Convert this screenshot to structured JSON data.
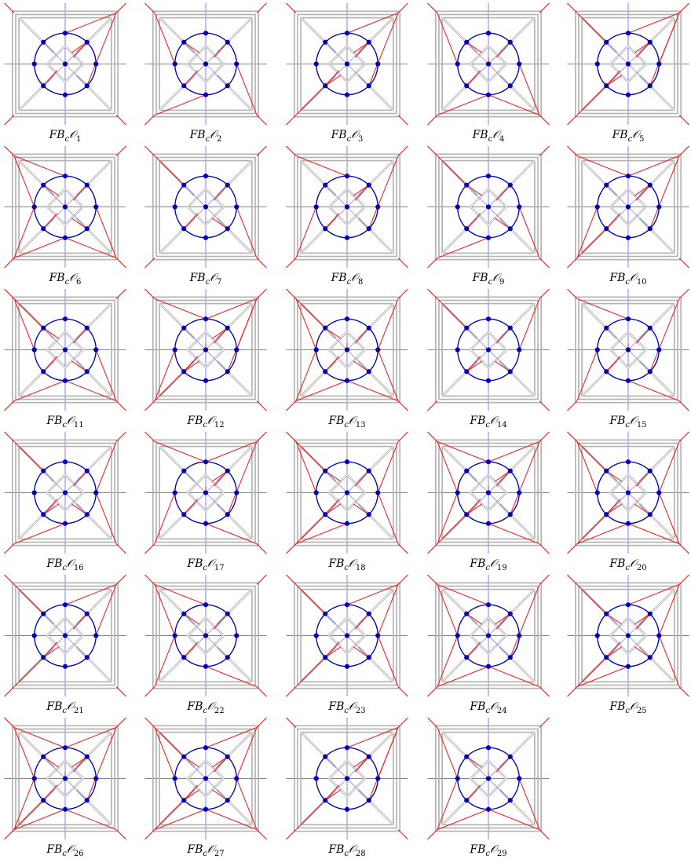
{
  "figures": [
    {
      "prefix": "FB",
      "sub_c": "c",
      "O": "𝒪",
      "index": "1",
      "variant": 1
    },
    {
      "prefix": "FB",
      "sub_c": "c",
      "O": "𝒪",
      "index": "2",
      "variant": 2
    },
    {
      "prefix": "FB",
      "sub_c": "c",
      "O": "𝒪",
      "index": "3",
      "variant": 3
    },
    {
      "prefix": "FB",
      "sub_c": "c",
      "O": "𝒪",
      "index": "4",
      "variant": 4
    },
    {
      "prefix": "FB",
      "sub_c": "c",
      "O": "𝒪",
      "index": "5",
      "variant": 5
    },
    {
      "prefix": "FB",
      "sub_c": "c",
      "O": "𝒪",
      "index": "6",
      "variant": 6
    },
    {
      "prefix": "FB",
      "sub_c": "c",
      "O": "𝒪",
      "index": "7",
      "variant": 7
    },
    {
      "prefix": "FB",
      "sub_c": "c",
      "O": "𝒪",
      "index": "8",
      "variant": 8
    },
    {
      "prefix": "FB",
      "sub_c": "c",
      "O": "𝒪",
      "index": "9",
      "variant": 9
    },
    {
      "prefix": "FB",
      "sub_c": "c",
      "O": "𝒪",
      "index": "10",
      "variant": 10
    },
    {
      "prefix": "FB",
      "sub_c": "c",
      "O": "𝒪",
      "index": "11",
      "variant": 11
    },
    {
      "prefix": "FB",
      "sub_c": "c",
      "O": "𝒪",
      "index": "12",
      "variant": 12
    },
    {
      "prefix": "FB",
      "sub_c": "c",
      "O": "𝒪",
      "index": "13",
      "variant": 13
    },
    {
      "prefix": "FB",
      "sub_c": "c",
      "O": "𝒪",
      "index": "14",
      "variant": 14
    },
    {
      "prefix": "FB",
      "sub_c": "c",
      "O": "𝒪",
      "index": "15",
      "variant": 15
    },
    {
      "prefix": "FB",
      "sub_c": "c",
      "O": "𝒪",
      "index": "16",
      "variant": 16
    },
    {
      "prefix": "FB",
      "sub_c": "c",
      "O": "𝒪",
      "index": "17",
      "variant": 17
    },
    {
      "prefix": "FB",
      "sub_c": "c",
      "O": "𝒪",
      "index": "18",
      "variant": 18
    },
    {
      "prefix": "FB",
      "sub_c": "c",
      "O": "𝒪",
      "index": "19",
      "variant": 19
    },
    {
      "prefix": "FB",
      "sub_c": "c",
      "O": "𝒪",
      "index": "20",
      "variant": 20
    },
    {
      "prefix": "FB",
      "sub_c": "c",
      "O": "𝒪",
      "index": "21",
      "variant": 21
    },
    {
      "prefix": "FB",
      "sub_c": "c",
      "O": "𝒪",
      "index": "22",
      "variant": 22
    },
    {
      "prefix": "FB",
      "sub_c": "c",
      "O": "𝒪",
      "index": "23",
      "variant": 23
    },
    {
      "prefix": "FB",
      "sub_c": "c",
      "O": "𝒪",
      "index": "24",
      "variant": 24
    },
    {
      "prefix": "FB",
      "sub_c": "c",
      "O": "𝒪",
      "index": "25",
      "variant": 25
    },
    {
      "prefix": "FB",
      "sub_c": "c",
      "O": "𝒪",
      "index": "26",
      "variant": 26
    },
    {
      "prefix": "FB",
      "sub_c": "c",
      "O": "𝒪",
      "index": "27",
      "variant": 27
    },
    {
      "prefix": "FB",
      "sub_c": "c",
      "O": "𝒪",
      "index": "28",
      "variant": 28
    },
    {
      "prefix": "FB",
      "sub_c": "c",
      "O": "𝒪",
      "index": "29",
      "variant": 29
    }
  ],
  "colors": {
    "frame": "#b3b3b3",
    "circle": "#0000aa",
    "axis": "#7777ee",
    "vertex": "#0000bb",
    "highlight": "#ee1c1c",
    "inner_blue": "#8888dd"
  }
}
